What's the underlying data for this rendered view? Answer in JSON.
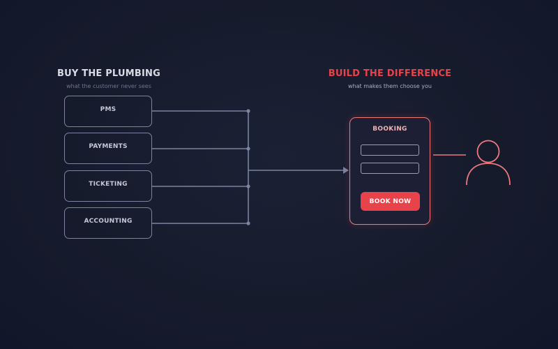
{
  "left_column": {
    "title": "BUY THE PLUMBING",
    "subtitle": "what the customer never sees",
    "systems": [
      "PMS",
      "PAYMENTS",
      "TICKETING",
      "ACCOUNTING"
    ]
  },
  "right_column": {
    "title": "BUILD THE DIFFERENCE",
    "subtitle": "what makes them choose you",
    "booking": {
      "title": "BOOKING",
      "field_1": "",
      "field_2": "",
      "button_label": "BOOK NOW"
    }
  },
  "colors": {
    "background": "#151a2b",
    "neutral_line": "#7d83a0",
    "accent": "#e8434a",
    "accent_light": "#ef7a7e"
  },
  "icons": {
    "customer": "user-icon",
    "connector": "arrow-right-icon"
  }
}
